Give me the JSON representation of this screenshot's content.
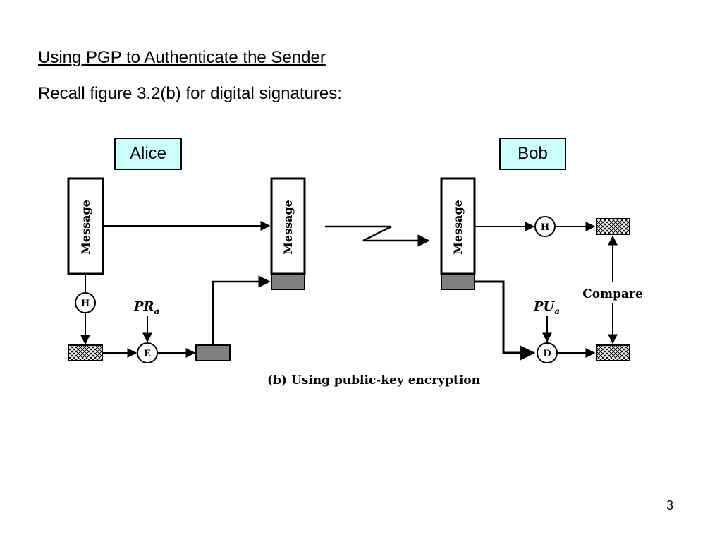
{
  "title": "Using PGP to Authenticate the Sender",
  "subtitle": "Recall figure 3.2(b) for digital signatures:",
  "sender": "Alice",
  "receiver": "Bob",
  "page_number": "3",
  "diagram": {
    "message_label": "Message",
    "hash_label": "H",
    "encrypt_label": "E",
    "decrypt_label": "D",
    "private_key_main": "PR",
    "public_key_main": "PU",
    "key_subscript": "a",
    "compare_label": "Compare",
    "caption": "(b) Using public-key encryption"
  },
  "colors": {
    "name_box_fill": "#ccffff",
    "signature_fill": "#808080"
  }
}
